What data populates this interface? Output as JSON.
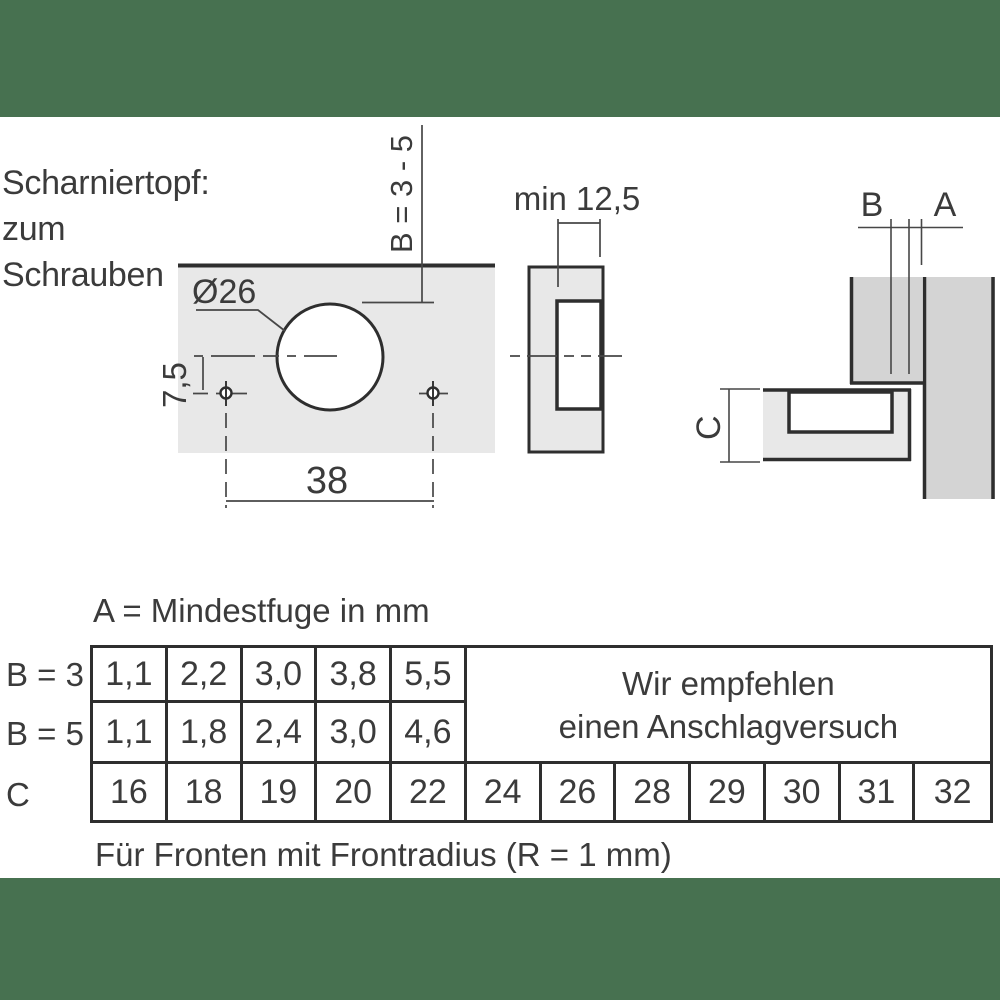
{
  "colors": {
    "accent_green": "#477150",
    "panel_light": "#e8e8e8",
    "panel_dark": "#d4d4d4",
    "line_dark": "#2e2e2e",
    "line_thin": "#474747",
    "text": "#3b3b3b"
  },
  "intro": {
    "line1": "Scharniertopf:",
    "line2": "zum",
    "line3": "Schrauben"
  },
  "plan_view": {
    "diameter_label": "Ø26",
    "depth_label": "B = 3 - 5",
    "offset_label": "7,5",
    "spacing_label": "38"
  },
  "section_view": {
    "min_label": "min 12,5"
  },
  "side_view": {
    "label_b": "B",
    "label_a": "A",
    "label_c": "C"
  },
  "table_section": {
    "heading": "A = Mindestfuge in mm",
    "footnote": "Für Fronten mit Frontradius (R = 1 mm)",
    "note_line1": "Wir empfehlen",
    "note_line2": "einen Anschlagversuch",
    "rows": [
      {
        "label": "B = 3",
        "values": [
          "1,1",
          "2,2",
          "3,0",
          "3,8",
          "5,5"
        ]
      },
      {
        "label": "B = 5",
        "values": [
          "1,1",
          "1,8",
          "2,4",
          "3,0",
          "4,6"
        ]
      },
      {
        "label": "C",
        "values": [
          "16",
          "18",
          "19",
          "20",
          "22",
          "24",
          "26",
          "28",
          "29",
          "30",
          "31",
          "32"
        ]
      }
    ]
  }
}
